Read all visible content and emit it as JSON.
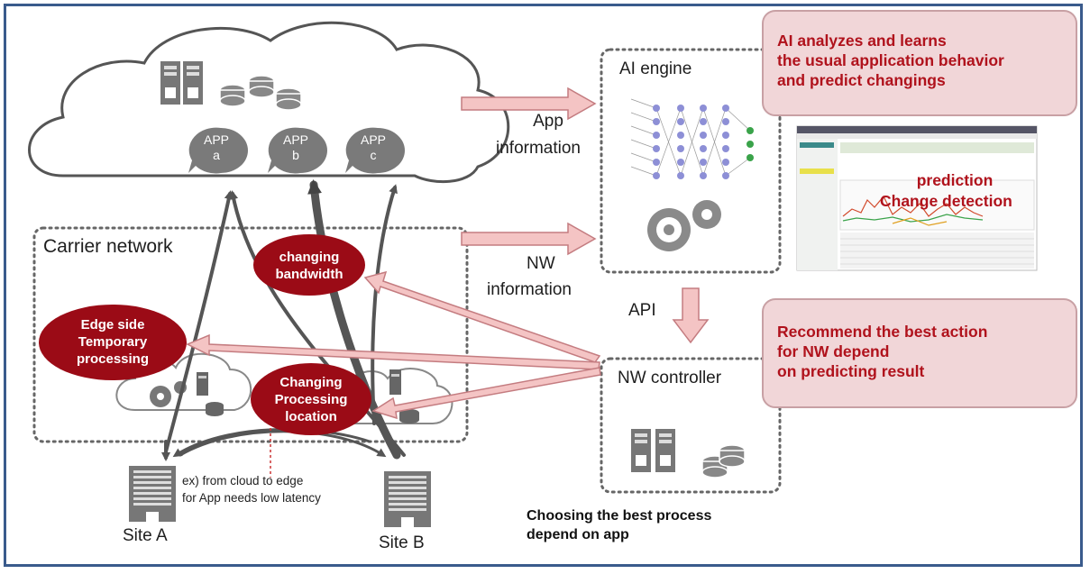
{
  "cloud": {
    "apps": [
      {
        "line1": "APP",
        "line2": "a"
      },
      {
        "line1": "APP",
        "line2": "b"
      },
      {
        "line1": "APP",
        "line2": "c"
      }
    ]
  },
  "carrier_network": {
    "label": "Carrier network"
  },
  "ellipses": {
    "changing_bandwidth": [
      "changing",
      "bandwidth"
    ],
    "edge_side": [
      "Edge side",
      "Temporary",
      "processing"
    ],
    "changing_processing": [
      "Changing",
      "Processing",
      "location"
    ]
  },
  "arrow_labels": {
    "app_information": [
      "App",
      "information"
    ],
    "nw_information": [
      "NW",
      "information"
    ],
    "api": "API"
  },
  "ai_engine": {
    "label": "AI engine"
  },
  "nw_controller": {
    "label": "NW controller"
  },
  "callouts": {
    "ai_analyzes": [
      "AI analyzes and learns",
      "the usual application behavior",
      "and predict changings"
    ],
    "recommend": [
      "Recommend the best action",
      "for NW depend",
      "on predicting result"
    ]
  },
  "screenshot_overlay": [
    "prediction",
    "Change detection"
  ],
  "sites": {
    "a": "Site A",
    "b": "Site B"
  },
  "example_note": [
    "ex) from cloud to edge",
    "for App needs low latency"
  ],
  "choosing": [
    "Choosing the best process",
    "depend on app"
  ],
  "colors": {
    "dark_red": "#9b0b16",
    "pink_arrow": "#f4c4c4",
    "callout_bg": "#f1d6d8",
    "frame": "#3a5b8c"
  }
}
